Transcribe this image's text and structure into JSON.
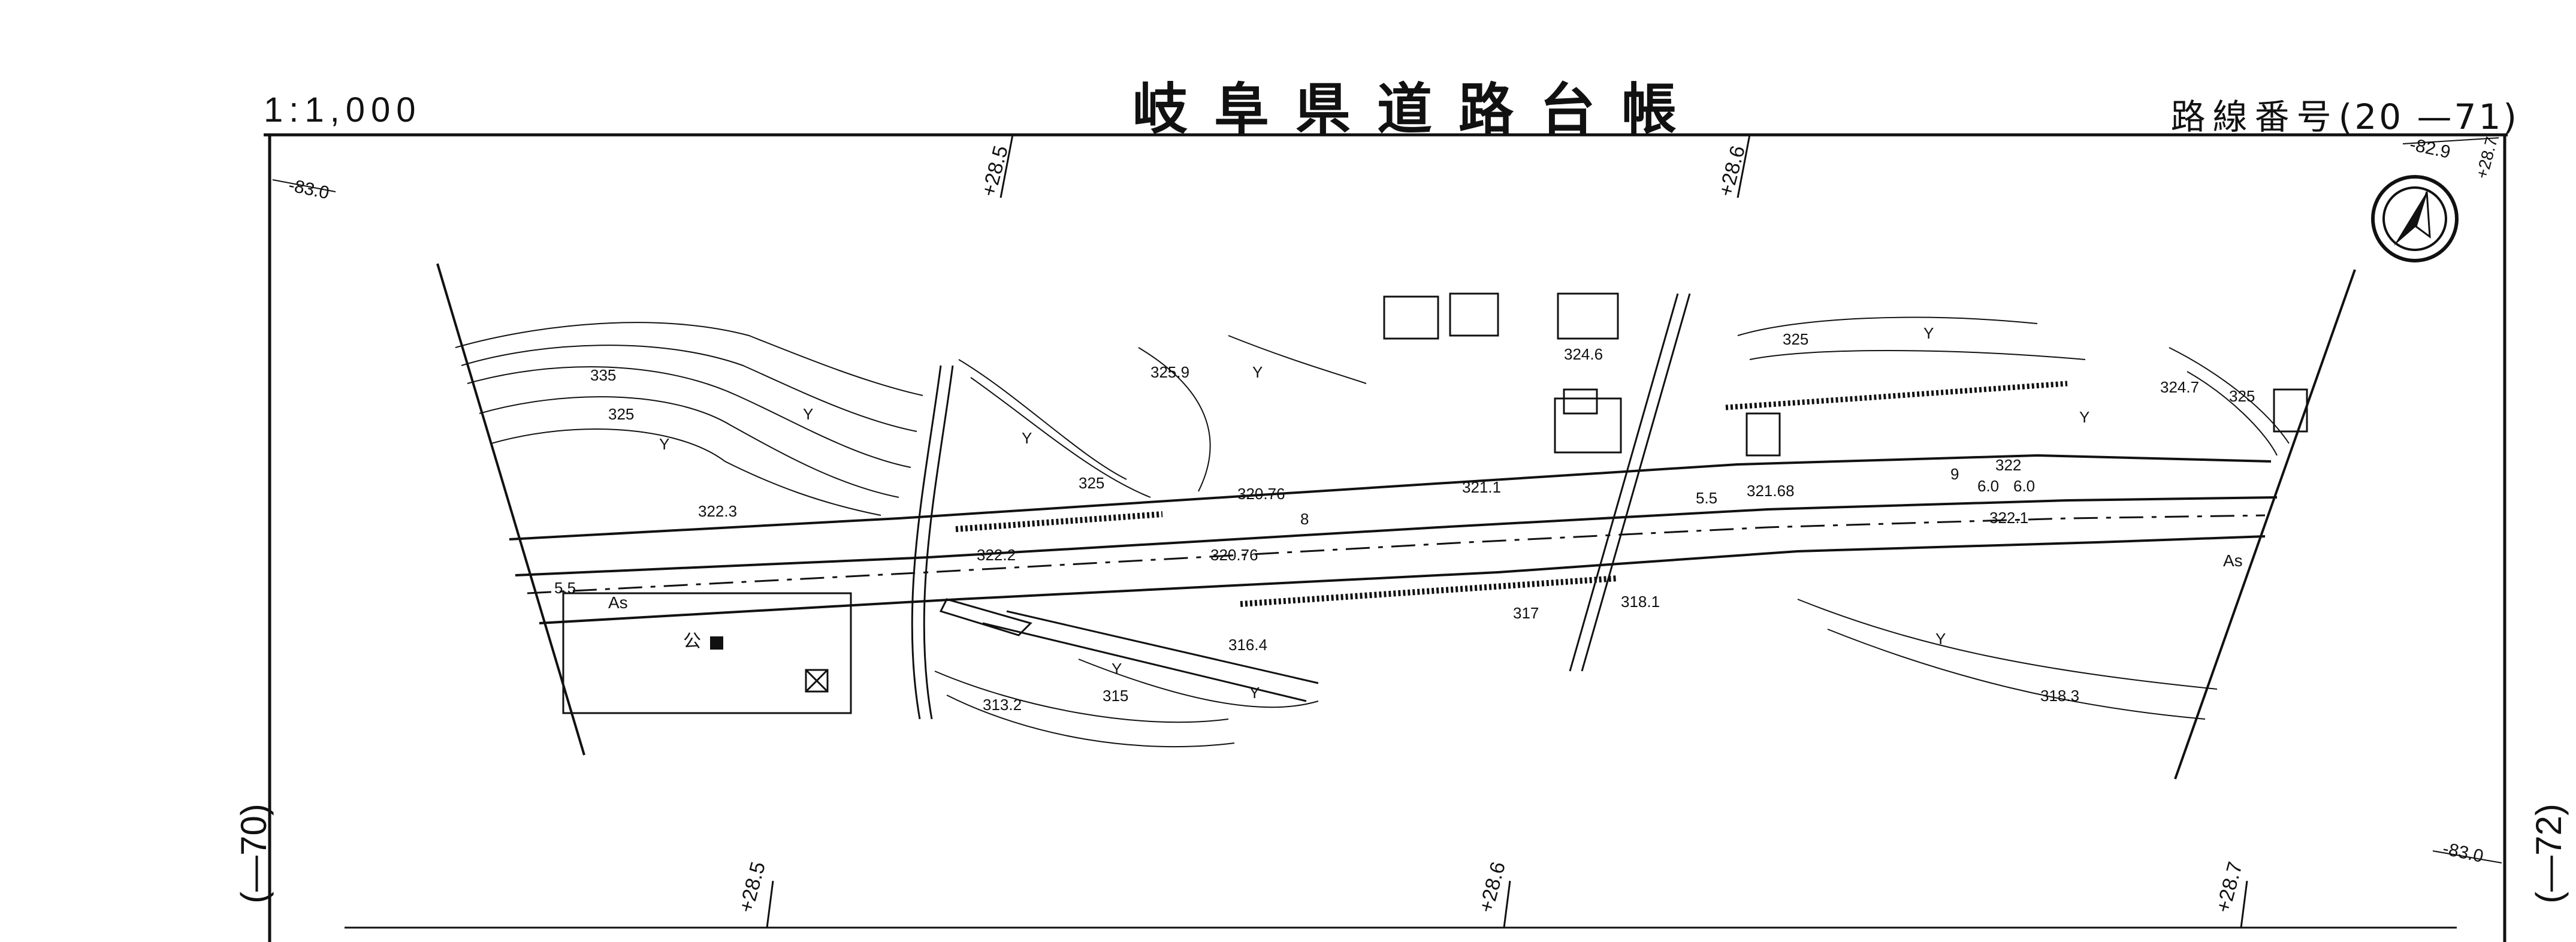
{
  "header": {
    "scale": "1:1,000",
    "title": "岐阜県道路台帳",
    "route_label": "路線番号",
    "route_number": "20 —71"
  },
  "side_markers": {
    "left": "—70",
    "right": "—72"
  },
  "grid": {
    "top_left_label": "-83.0",
    "top_right_labels": [
      "-82.9",
      "+28.7"
    ],
    "top_ticks": [
      "+28.5",
      "+28.6"
    ],
    "bottom_ticks": [
      "+28.5",
      "+28.6",
      "+28.7"
    ],
    "bottom_right_label": "-83.0"
  },
  "elevations": [
    "335",
    "325",
    "325.9",
    "325",
    "322.3",
    "325",
    "320.76",
    "8",
    "320.76",
    "322.2",
    "324.6",
    "321.1",
    "321.68",
    "9",
    "322",
    "6.0",
    "6.0",
    "322.1",
    "5.5",
    "5.5",
    "317",
    "318.1",
    "316.4",
    "315",
    "313.2",
    "324.7",
    "325",
    "318.3"
  ],
  "map_labels": {
    "surface_left": "As",
    "surface_right": "As",
    "park": "公",
    "symbol_mark": "Y"
  },
  "north_arrow": "north-arrow-icon"
}
